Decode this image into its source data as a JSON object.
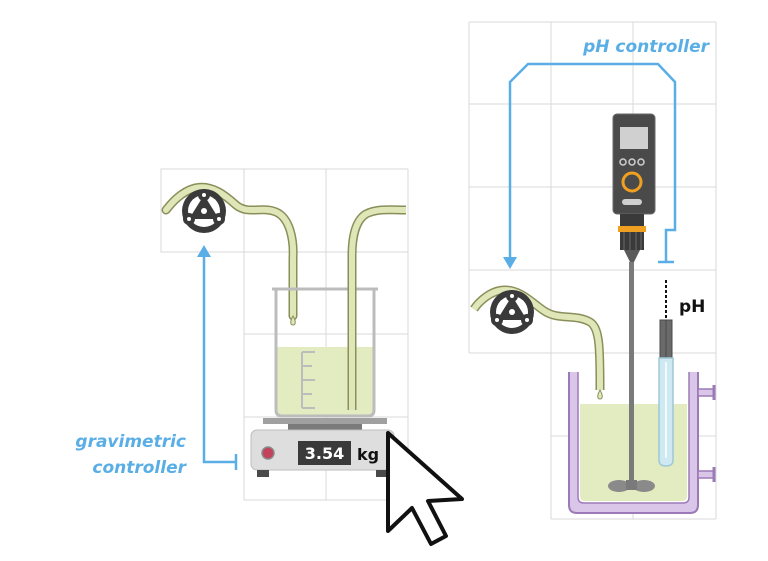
{
  "labels": {
    "gravimetric_line1": "gravimetric",
    "gravimetric_line2": "controller",
    "ph_controller": "pH controller",
    "ph_probe": "pH"
  },
  "scale": {
    "reading": "3.54",
    "unit": "kg"
  },
  "colors": {
    "accent_blue": "#5aaee6",
    "liquid": "#e3ebc1",
    "tubing": "#dfe6b8",
    "tubing_edge": "#8a8f5a",
    "jacket": "#d9c6e8",
    "jacket_edge": "#9c7ab8",
    "pump_rotor": "#3a3a3a",
    "grid": "#d4d4d4",
    "controller_dial": "#f0a020"
  },
  "icons": {
    "cursor": "mouse-pointer-icon",
    "pump_left": "peristaltic-pump-icon",
    "pump_right": "peristaltic-pump-icon",
    "scale": "weighing-scale-icon",
    "beaker": "beaker-icon",
    "reactor": "jacketed-vessel-icon",
    "controller": "overhead-stirrer-controller-icon",
    "probe": "ph-probe-icon"
  }
}
